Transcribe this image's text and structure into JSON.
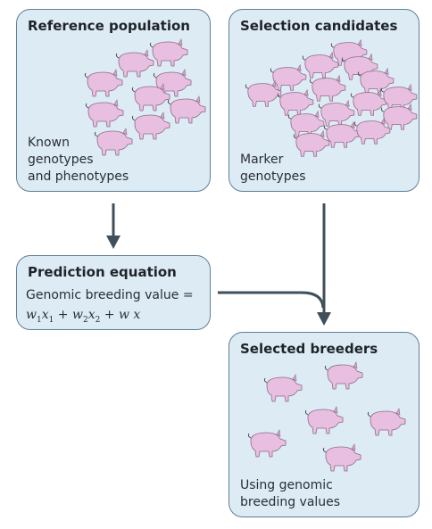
{
  "reference": {
    "title": "Reference population",
    "desc_line1": "Known",
    "desc_line2": "genotypes",
    "desc_line3": "and phenotypes"
  },
  "candidates": {
    "title": "Selection candidates",
    "desc_line1": "Marker",
    "desc_line2": "genotypes"
  },
  "prediction": {
    "title": "Prediction equation",
    "equation_line1": "Genomic breeding value =",
    "w1": "w",
    "w1_sub": "1",
    "x1": "x",
    "x1_sub": "1",
    "plus1": " + ",
    "w2": "w",
    "w2_sub": "2",
    "x2": "x",
    "x2_sub": "2",
    "plus2": " + ",
    "w3": "w",
    "x3": " x"
  },
  "breeders": {
    "title": "Selected breeders",
    "desc_line1": "Using genomic",
    "desc_line2": "breeding values"
  },
  "colors": {
    "box_fill": "#dcebf4",
    "box_border": "#5f7f96",
    "arrow": "#3f4f5c",
    "pig_fill": "#e8bfe0",
    "pig_stroke": "#8e6a88"
  },
  "icons": [
    "pig-icon",
    "arrow-down-icon"
  ]
}
